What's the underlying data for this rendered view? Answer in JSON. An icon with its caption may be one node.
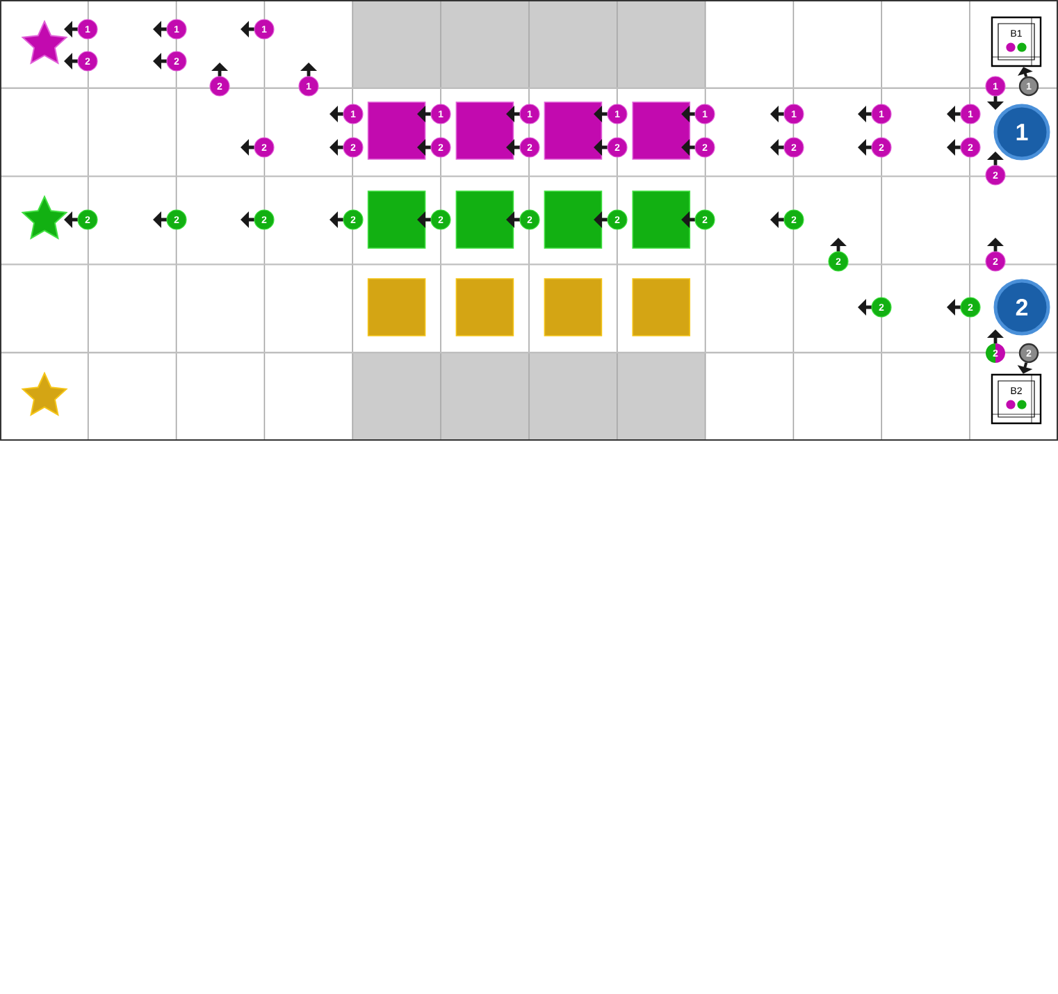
{
  "diagram": {
    "nodes": [
      {
        "text": [],
        "shape": "star"
      },
      {
        "text": [
          "B1"
        ]
      },
      {
        "text": [
          "1"
        ]
      },
      {
        "text": [
          "1"
        ]
      },
      {
        "text": [
          "1"
        ]
      },
      {
        "text": [
          "2"
        ]
      },
      {
        "text": [
          "2"
        ]
      },
      {
        "text": [
          "2"
        ]
      },
      {
        "text": [
          "1"
        ]
      },
      {
        "text": [
          "1"
        ]
      },
      {
        "text": [
          "1"
        ]
      },
      {
        "text": [
          "1"
        ]
      },
      {
        "text": [
          "1"
        ]
      },
      {
        "text": [
          "1"
        ]
      },
      {
        "text": [
          "1"
        ]
      },
      {
        "text": [
          "1"
        ]
      },
      {
        "text": [
          "1"
        ]
      },
      {
        "text": [
          "1"
        ]
      },
      {
        "text": [
          "1"
        ]
      },
      {
        "text": [
          "1"
        ]
      },
      {
        "text": [
          "2"
        ]
      },
      {
        "text": [
          "2"
        ]
      },
      {
        "text": [
          "2"
        ]
      },
      {
        "text": [
          "2"
        ]
      },
      {
        "text": [
          "2"
        ]
      },
      {
        "text": [
          "2"
        ]
      },
      {
        "text": [
          "2"
        ]
      },
      {
        "text": [
          "2"
        ]
      },
      {
        "text": [
          "2"
        ]
      },
      {
        "text": [
          "2"
        ]
      },
      {
        "text": [],
        "shape": "star"
      },
      {
        "text": [
          "2"
        ]
      },
      {
        "text": [
          "2"
        ]
      },
      {
        "text": [
          "2"
        ]
      },
      {
        "text": [
          "2"
        ]
      },
      {
        "text": [
          "2"
        ]
      },
      {
        "text": [
          "2"
        ]
      },
      {
        "text": [
          "2"
        ]
      },
      {
        "text": [
          "2"
        ]
      },
      {
        "text": [
          "2"
        ]
      },
      {
        "text": [
          "2"
        ]
      },
      {
        "text": [
          "2"
        ]
      },
      {
        "text": [
          "2"
        ]
      },
      {
        "text": [
          "2"
        ]
      },
      {
        "text": [
          "2"
        ]
      },
      {
        "text": [
          "2"
        ]
      },
      {
        "text": [
          "2"
        ]
      },
      {
        "text": [],
        "shape": "star"
      },
      {
        "text": [
          "B2"
        ]
      },
      {
        "text": [],
        "shape": "box"
      },
      {
        "text": [],
        "shape": "box"
      },
      {
        "text": [],
        "shape": "box"
      },
      {
        "text": [],
        "shape": "box"
      },
      {
        "text": [],
        "shape": "box"
      },
      {
        "text": [],
        "shape": "box"
      },
      {
        "text": [],
        "shape": "box"
      },
      {
        "text": [],
        "shape": "box"
      },
      {
        "text": [],
        "shape": "box"
      },
      {
        "text": [],
        "shape": "box"
      },
      {
        "text": [],
        "shape": "box"
      },
      {
        "text": [],
        "shape": "box"
      }
    ],
    "edges": [
      {
        "from": 10,
        "to": 1,
        "arrow": "to"
      },
      {
        "from": 46,
        "to": 48,
        "arrow": "to"
      }
    ]
  }
}
